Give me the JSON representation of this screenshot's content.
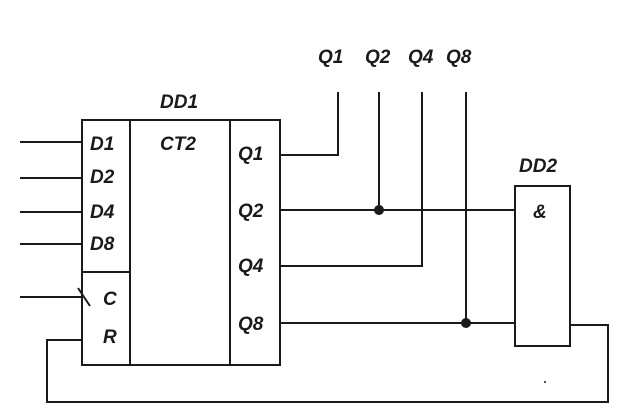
{
  "counter": {
    "designator": "DD1",
    "function": "CT2",
    "inputs": [
      "D1",
      "D2",
      "D4",
      "D8"
    ],
    "clock": "C",
    "reset": "R",
    "outputs": [
      "Q1",
      "Q2",
      "Q4",
      "Q8"
    ]
  },
  "gate": {
    "designator": "DD2",
    "function": "&"
  },
  "bus_labels": [
    "Q1",
    "Q2",
    "Q4",
    "Q8"
  ]
}
